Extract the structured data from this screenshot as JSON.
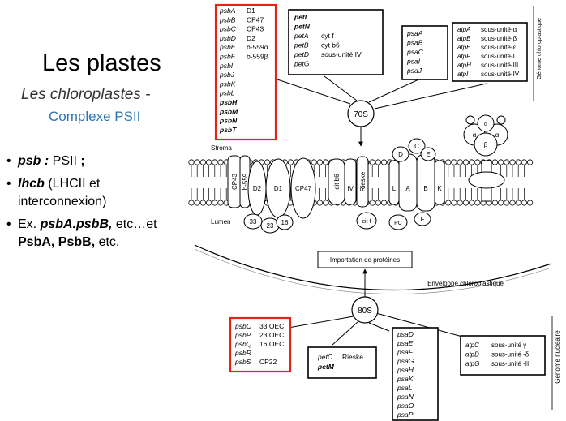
{
  "slide": {
    "title": "Les plastes",
    "subtitle": "Les chloroplastes -",
    "subtitle2": "Complexe PSII"
  },
  "bullets": [
    {
      "em": "psb :",
      "rest": " PSII ",
      "tail": ";"
    },
    {
      "em": "lhcb",
      "rest": " (LHCII et interconnexion)"
    },
    {
      "pre": "Ex. ",
      "em": "psbA.psbB,",
      "rest": " etc…et ",
      "bold2": "PsbA, PsbB,",
      "tail2": " etc."
    }
  ],
  "diagram": {
    "psb_chloro": [
      [
        "psbA",
        "D1"
      ],
      [
        "psbB",
        "CP47"
      ],
      [
        "psbC",
        "CP43"
      ],
      [
        "psbD",
        "D2"
      ],
      [
        "psbE",
        "b-559α"
      ],
      [
        "psbF",
        "b-559β"
      ],
      [
        "psbI",
        ""
      ],
      [
        "psbJ",
        ""
      ],
      [
        "psbK",
        ""
      ],
      [
        "psbL",
        ""
      ],
      [
        "psbH",
        ""
      ],
      [
        "psbM",
        ""
      ],
      [
        "psbN",
        ""
      ],
      [
        "psbT",
        ""
      ]
    ],
    "pet_chloro": [
      [
        "petL",
        ""
      ],
      [
        "petN",
        ""
      ],
      [
        "petA",
        "cyt f"
      ],
      [
        "petB",
        "cyt b6"
      ],
      [
        "petD",
        "sous-unité IV"
      ],
      [
        "petG",
        ""
      ]
    ],
    "psa_chloro": [
      "psaA",
      "psaB",
      "psaC",
      "psaI",
      "psaJ"
    ],
    "atp_chloro": [
      [
        "atpA",
        "sous-unité-α"
      ],
      [
        "atpB",
        "sous-unité-β"
      ],
      [
        "atpE",
        "sous-unité-ε"
      ],
      [
        "atpF",
        "sous-unité-I"
      ],
      [
        "atpH",
        "sous-unité-III"
      ],
      [
        "atpI",
        "sous-unité-IV"
      ]
    ],
    "genome_chloro": "Génome chloroplastique",
    "ribosome_70s": "70S",
    "stroma": "Stroma",
    "lumen": "Lumen",
    "membrane_labels": [
      "CP43",
      "b-559",
      "D2",
      "D1",
      "CP47",
      "cit b6",
      "IV",
      "Rieske",
      "L",
      "A",
      "B",
      "K"
    ],
    "psii_oec": [
      "33",
      "23",
      "16"
    ],
    "cyt_f": "cit f",
    "pc": "PC",
    "atp_sub": [
      "D",
      "C",
      "E",
      "F"
    ],
    "atp_greek": [
      "α",
      "α",
      "β",
      "α"
    ],
    "import": "Importation de protéines",
    "envelope": "Enveloppe chloroplastique",
    "ribosome_80s": "80S",
    "psb_nuc": [
      [
        "psbO",
        "33 OEC"
      ],
      [
        "psbP",
        "23 OEC"
      ],
      [
        "psbQ",
        "16 OEC"
      ],
      [
        "psbR",
        ""
      ],
      [
        "psbS",
        "CP22"
      ]
    ],
    "pet_nuc": [
      [
        "petC",
        "Rieske"
      ],
      [
        "petM",
        ""
      ]
    ],
    "psa_nuc": [
      "psaD",
      "psaE",
      "psaF",
      "psaG",
      "psaH",
      "psaK",
      "psaL",
      "psaN",
      "psaO",
      "psaP"
    ],
    "atp_nuc": [
      [
        "atpC",
        "sous-unité γ"
      ],
      [
        "atpD",
        "sous-unité -δ"
      ],
      [
        "atpG",
        "sous-unité -II"
      ]
    ],
    "genome_nuc": "Génome nucléaire",
    "red": "#e2231a"
  }
}
